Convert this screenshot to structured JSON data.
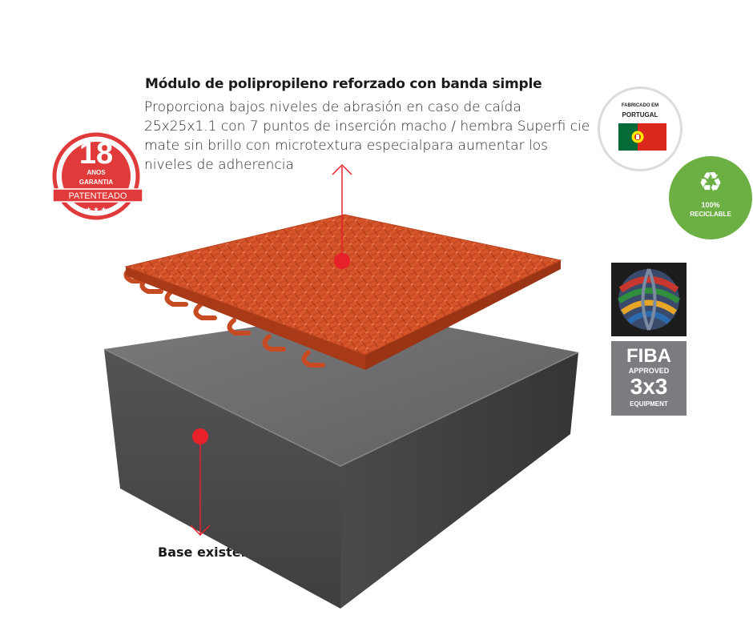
{
  "product": {
    "title": "Módulo de polipropileno reforzado con banda simple",
    "description_lines": [
      "Proporciona bajos niveles de abrasión en caso de caída",
      "25x25x1.1 con 7 puntos de inserción macho / hembra Superfi cie",
      "mate sin brillo con microtextura especialpara aumentar los",
      "niveles de adherencia"
    ]
  },
  "base_label": "Base existente",
  "warranty_badge": {
    "years": "18",
    "line1": "ANOS",
    "line2": "GARANTIA",
    "ribbon": "PATENTEADO",
    "color": "#e03a3a"
  },
  "made_in_badge": {
    "line1": "FABRICADO EM",
    "line2": "PORTUGAL"
  },
  "recycle_badge": {
    "line1": "100%",
    "line2": "RECICLABLE",
    "color": "#6cb043"
  },
  "fiba_badge": {
    "line1": "FIBA",
    "line2": "APPROVED",
    "line3": "3x3",
    "line4": "EQUIPMENT"
  },
  "colors": {
    "tile": "#d9582b",
    "slab_top": "#6e6e70",
    "slab_side": "#4d4d4f",
    "marker": "#e8202a"
  }
}
